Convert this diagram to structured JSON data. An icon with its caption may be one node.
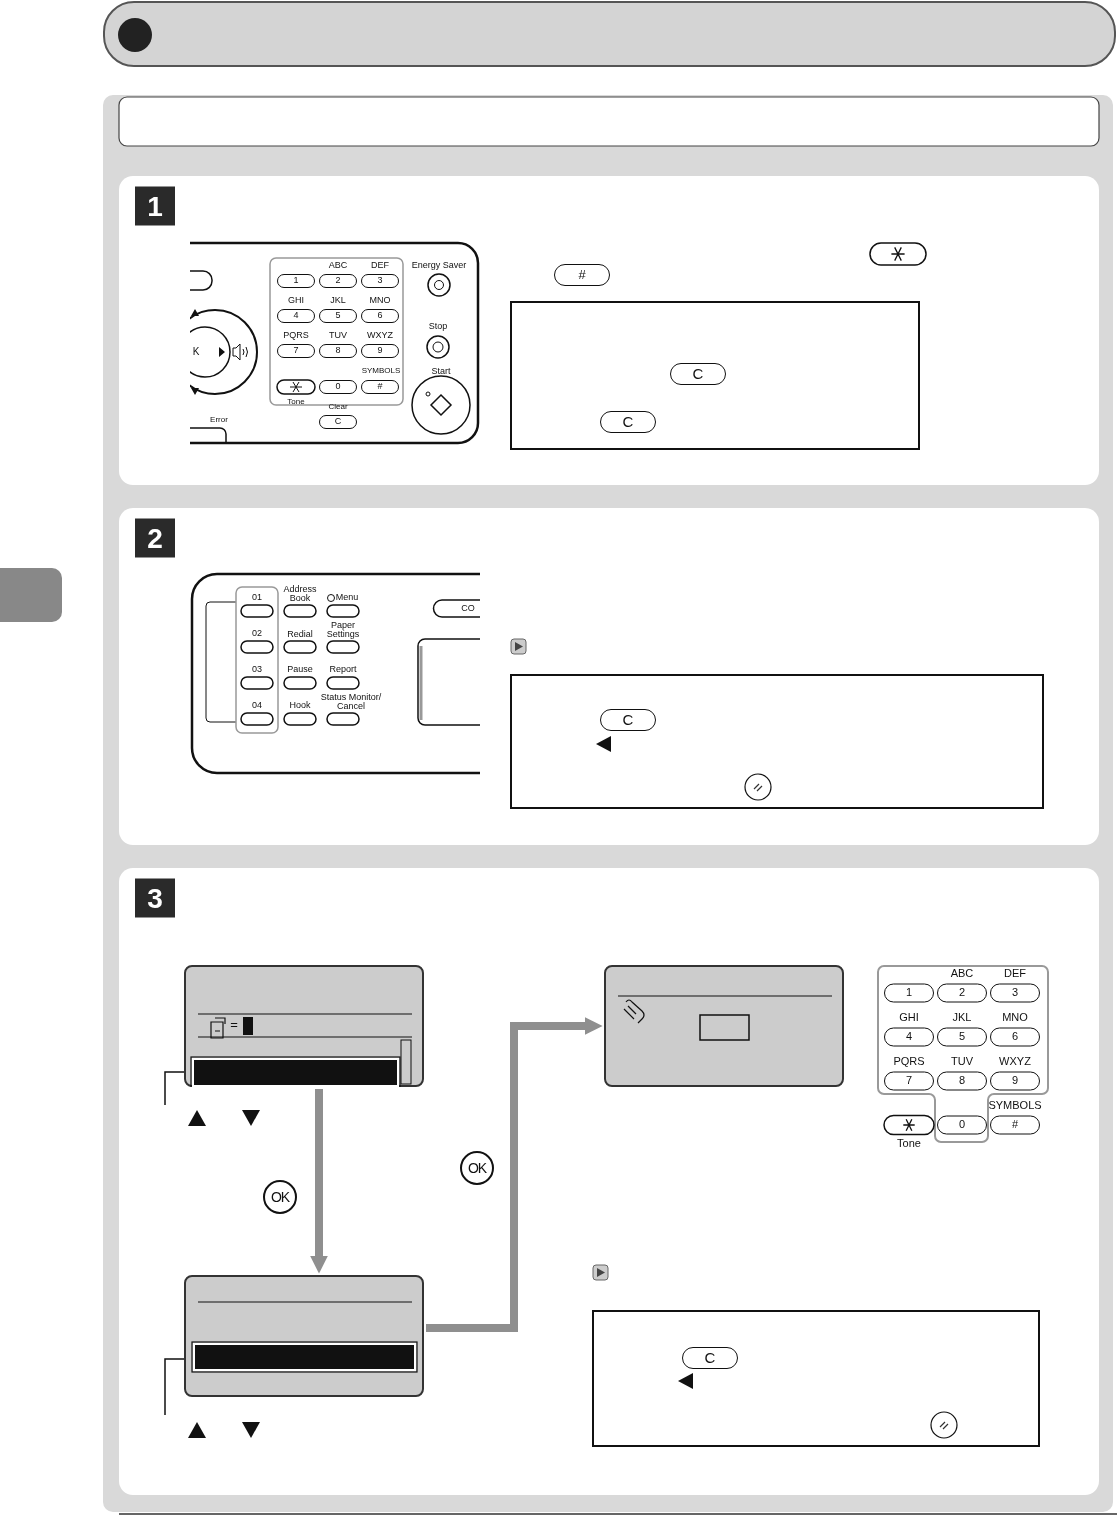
{
  "diagram": {
    "nodes": [
      {
        "text": [],
        "shape": "box"
      },
      {
        "text": [],
        "shape": "box"
      },
      {
        "text": [],
        "shape": "box"
      }
    ],
    "edges": [
      {
        "from": 0,
        "to": 1,
        "arrow": "to",
        "style": "thick"
      },
      {
        "from": 1,
        "to": 2,
        "arrow": "to",
        "style": "thick"
      },
      {
        "from": 0,
        "to": null,
        "arrow": "none",
        "color": "#111111"
      },
      {
        "from": 1,
        "to": null,
        "arrow": "none",
        "color": "#111111"
      }
    ],
    "labels": [
      "1",
      "ABC",
      "DEF",
      "Energy Saver",
      "1",
      "2",
      "3",
      "GHI",
      "JKL",
      "MNO",
      "4",
      "5",
      "6",
      "Stop",
      "K",
      "PQRS",
      "TUV",
      "WXYZ",
      "7",
      "8",
      "9",
      "SYMBOLS",
      "Start",
      "0",
      "#",
      "Tone",
      "Clear",
      "Error",
      "C",
      "#",
      "C",
      "C",
      "2",
      "01",
      "Address Book",
      "Menu",
      "02",
      "Redial",
      "Paper Settings",
      "03",
      "Pause",
      "Report",
      "04",
      "Hook",
      "Status Monitor/ Cancel",
      "CO",
      "C",
      "3",
      "=",
      "OK",
      "OK",
      "ABC",
      "DEF",
      "1",
      "2",
      "3",
      "GHI",
      "JKL",
      "MNO",
      "4",
      "5",
      "6",
      "PQRS",
      "TUV",
      "WXYZ",
      "7",
      "8",
      "9",
      "SYMBOLS",
      "0",
      "#",
      "Tone",
      "C"
    ]
  }
}
